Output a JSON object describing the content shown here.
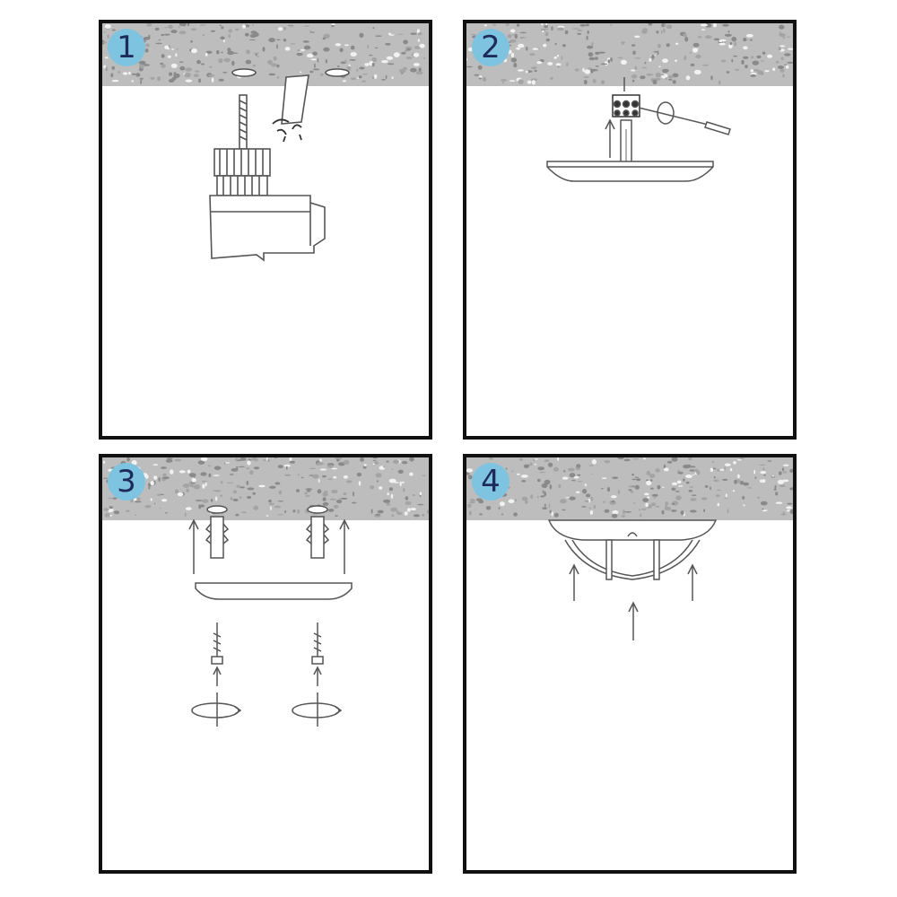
{
  "panels": [
    {
      "number": "1",
      "icon": "drill-icon"
    },
    {
      "number": "2",
      "icon": "wiring-icon"
    },
    {
      "number": "3",
      "icon": "mounting-screws-icon"
    },
    {
      "number": "4",
      "icon": "lamp-fixture-icon"
    }
  ],
  "colors": {
    "badge_fill": "#7ec4e0",
    "badge_text": "#1e2a5a",
    "ceiling": "#bdbdbd",
    "ceiling_speckle": "#8a8a8a",
    "line": "#555555",
    "border": "#111111"
  }
}
